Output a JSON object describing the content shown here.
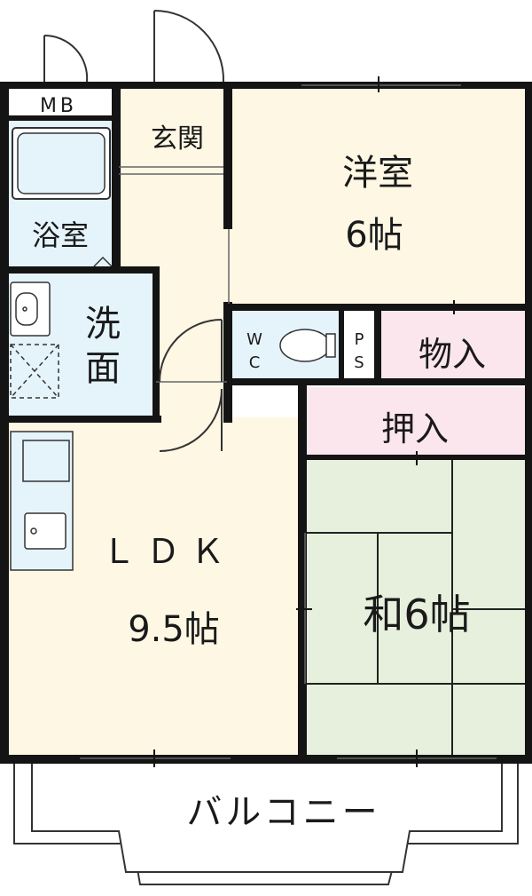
{
  "floorplan": {
    "colors": {
      "wall": "#141414",
      "wood": "#fdf7e4",
      "water": "#e5f3fb",
      "closet": "#fce6ee",
      "tatami": "#e6f0dc",
      "balcony": "#ffffff",
      "line": "#444444"
    },
    "rooms": {
      "mb": "MB",
      "genkan": "玄関",
      "youshitsu_name": "洋室",
      "youshitsu_size": "6帖",
      "yokushitsu": "浴室",
      "senmen_1": "洗",
      "senmen_2": "面",
      "wc_1": "W",
      "wc_2": "C",
      "ps_1": "P",
      "ps_2": "S",
      "monoire": "物入",
      "oshiire": "押入",
      "ldk_name": "ＬＤＫ",
      "ldk_size": "9.5帖",
      "washitsu": "和6帖",
      "balcony": "バルコニー"
    }
  }
}
